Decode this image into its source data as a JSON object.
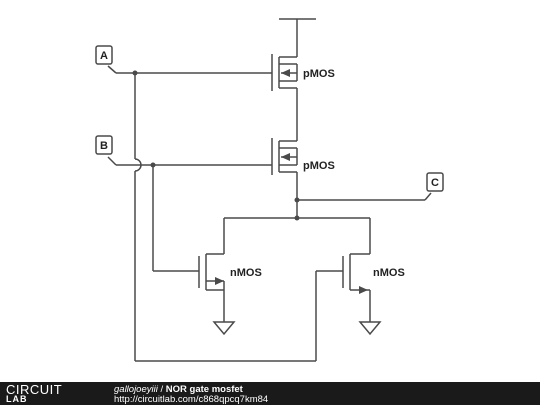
{
  "diagram": {
    "ports": {
      "a": "A",
      "b": "B",
      "c": "C"
    },
    "transistors": {
      "p1": "pMOS",
      "p2": "pMOS",
      "n1": "nMOS",
      "n2": "nMOS"
    }
  },
  "footer": {
    "logo_top": "CIRCUIT",
    "logo_bottom": "LAB",
    "user": "gallojoeyiii",
    "separator": "/",
    "title": "NOR gate mosfet",
    "url": "http://circuitlab.com/c868qpcq7km84"
  }
}
